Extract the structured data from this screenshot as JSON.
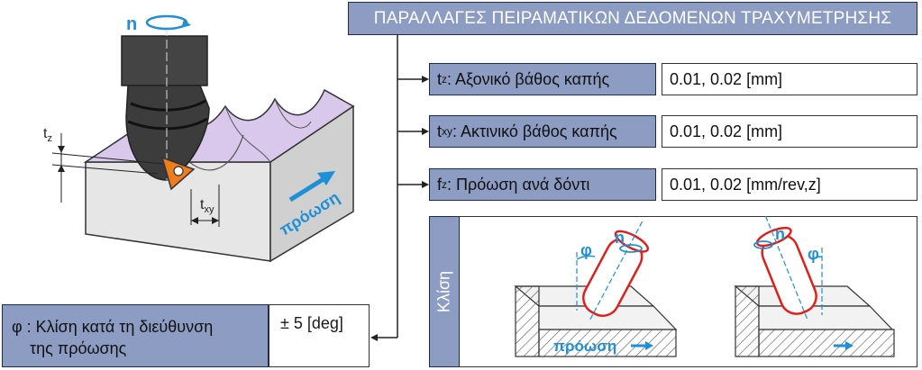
{
  "header": {
    "title": "ΠΑΡΑΛΛΑΓΕΣ ΠΕΙΡΑΜΑΤΙΚΩΝ ΔΕΔΟΜΕΝΩΝ ΤΡΑΧΥΜΕΤΡΗΣΗΣ"
  },
  "params": [
    {
      "sym": "t",
      "sub": "z",
      "label": " : Αξονικό βάθος καπής",
      "value": "0.01, 0.02 [mm]"
    },
    {
      "sym": "t",
      "sub": "xy",
      "label": " : Ακτινικό βάθος καπής",
      "value": "0.01, 0.02 [mm]"
    },
    {
      "sym": "f",
      "sub": "z",
      "label": " : Πρόωση ανά δόντι",
      "value": "0.01, 0.02 [mm/rev,z]"
    }
  ],
  "tilt": {
    "line1": "φ : Κλίση κατά τη διεύθυνση",
    "line2": "της πρόωσης",
    "value": "± 5 [deg]"
  },
  "panel": {
    "side_label": "Κλίση"
  },
  "left_diagram": {
    "n_label": "n",
    "tz_sym": "t",
    "tz_sub": "z",
    "txy_sym": "t",
    "txy_sub": "xy",
    "feed_label": "πρόωση"
  },
  "inset": {
    "phi1": "φ",
    "n1": "n",
    "feed_label": "πρόωση",
    "phi2": "φ",
    "n2": "n"
  },
  "colors": {
    "accent_blue": "#1f8fd6",
    "box_fill": "#8c9cc2",
    "cutter_red": "#e0201c",
    "insert_orange": "#f07d1c",
    "work_purple": "#d8c8ea"
  }
}
